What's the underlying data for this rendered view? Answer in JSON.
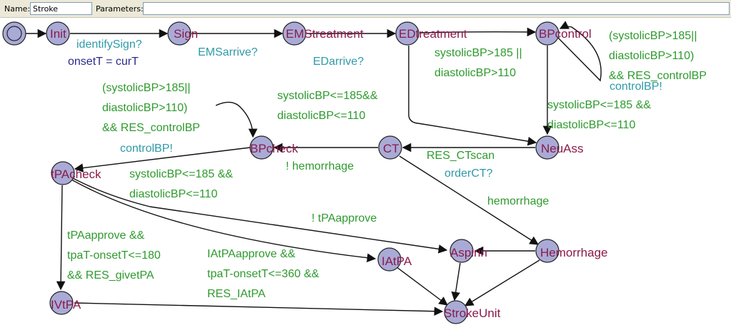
{
  "header": {
    "name_label": "Name:",
    "name_value": "Stroke",
    "params_label": "Parameters:",
    "params_value": ""
  },
  "locations": {
    "init": "Init",
    "sign": "Sign",
    "ems": "EMStreatment",
    "ed": "EDtreatment",
    "bpcontrol": "BPcontrol",
    "neuass": "NeuAss",
    "ct": "CT",
    "bpcheck": "BPcheck",
    "tpacheck": "tPAcheck",
    "iatpa": "IAtPA",
    "aspirin": "Aspirin",
    "hemorrhage": "Hemorrhage",
    "ivtpa": "IVtPA",
    "strokeunit": "StrokeUnit"
  },
  "labels": {
    "identify_sync": "identifySign?",
    "identify_assign": "onsetT = curT",
    "ems_sync": "EMSarrive?",
    "ed_sync": "EDarrive?",
    "ed_guard_1": "systolicBP>185 ||",
    "ed_guard_2": "diastolicBP>110",
    "loop_bpcontrol_1": "(systolicBP>185||",
    "loop_bpcontrol_2": "diastolicBP>110)",
    "loop_bpcontrol_3": "&& RES_controlBP",
    "loop_bpcontrol_sync": "controlBP!",
    "bpcontrol_neu_1": "systolicBP<=185 &&",
    "bpcontrol_neu_2": "diastolicBP<=110",
    "ed_neu_1": "systolicBP<=185&&",
    "ed_neu_2": "diastolicBP<=110",
    "loop_bpcheck_1": "(systolicBP>185||",
    "loop_bpcheck_2": "diastolicBP>110)",
    "loop_bpcheck_3": "&& RES_controlBP",
    "loop_bpcheck_sync": "controlBP!",
    "ct_bpcheck_guard": "! hemorrhage",
    "neu_ct_guard": "RES_CTscan",
    "neu_ct_sync": "orderCT?",
    "ct_hem_guard": "hemorrhage",
    "bpcheck_tpa_1": "systolicBP<=185 &&",
    "bpcheck_tpa_2": "diastolicBP<=110",
    "tpa_aspirin_guard": "! tPAapprove",
    "tpa_iv_1": "tPAapprove &&",
    "tpa_iv_2": "tpaT-onsetT<=180",
    "tpa_iv_3": "&& RES_givetPA",
    "tpa_ia_1": "IAtPAapprove &&",
    "tpa_ia_2": "tpaT-onsetT<=360 &&",
    "tpa_ia_3": "RES_IAtPA"
  }
}
